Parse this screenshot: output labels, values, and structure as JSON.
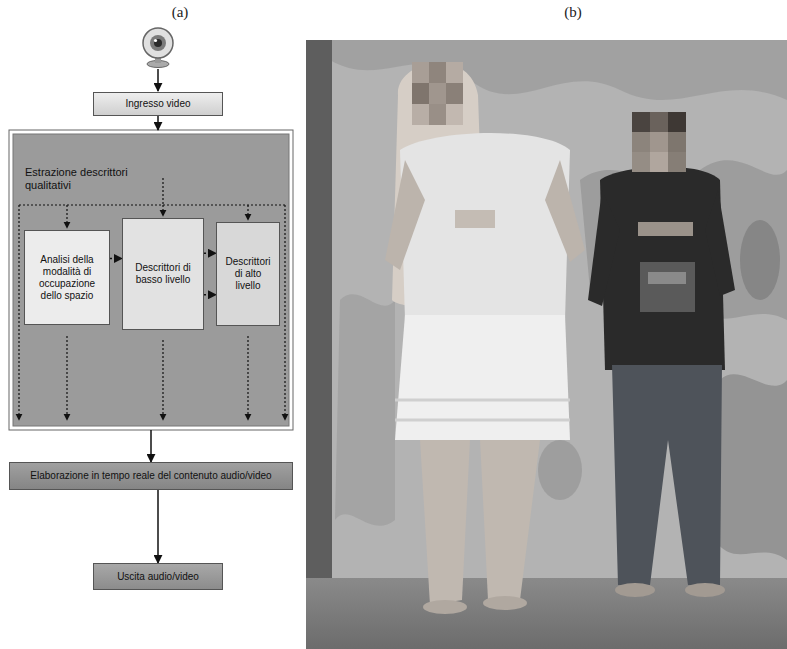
{
  "diagram": {
    "nodes": [
      {
        "text": [
          "Ingresso video"
        ]
      },
      {
        "text": [
          "Estrazione descrittori qualitativi"
        ]
      },
      {
        "text": [
          "Analisi della modalità di occupazione dello spazio"
        ],
        "in": 1
      },
      {
        "text": [
          "Descrittori di basso livello"
        ],
        "in": 1
      },
      {
        "text": [
          "Descrittori di alto livello"
        ],
        "in": 1
      },
      {
        "text": [
          "Elaborazione in tempo reale del contenuto audio/video"
        ]
      },
      {
        "text": [
          "Uscita audio/video"
        ]
      }
    ],
    "edges": [
      {
        "from": 0,
        "to": 1,
        "arrow": "to"
      },
      {
        "from": 2,
        "to": 3,
        "arrow": "to"
      },
      {
        "from": 3,
        "to": 4,
        "arrow": "to"
      },
      {
        "from": 3,
        "to": 4,
        "arrow": "to"
      },
      {
        "from": 1,
        "to": 5,
        "arrow": "to"
      },
      {
        "from": 5,
        "to": 6,
        "arrow": "to"
      }
    ],
    "labels": [
      "(a)",
      "(b)"
    ]
  }
}
